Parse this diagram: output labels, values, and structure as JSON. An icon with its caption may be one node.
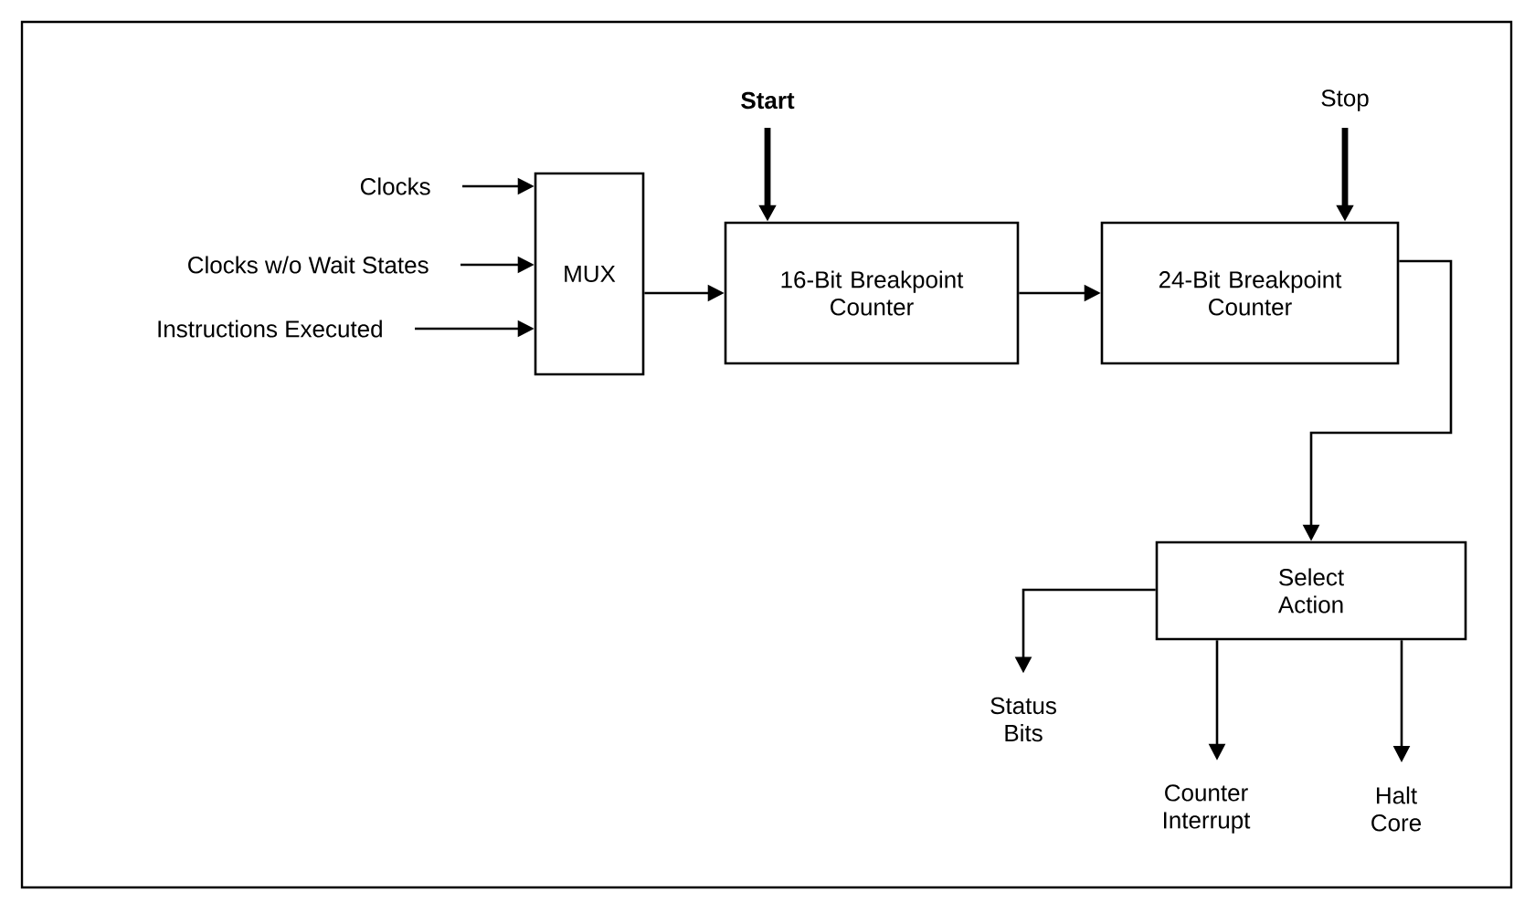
{
  "diagram": {
    "nodes": [
      {
        "text": [
          "Clocks"
        ]
      },
      {
        "text": [
          "Clocks w/o Wait States"
        ]
      },
      {
        "text": [
          "Instructions Executed"
        ]
      },
      {
        "text": [
          "MUX"
        ]
      },
      {
        "text": [
          "Start"
        ]
      },
      {
        "text": [
          "16-Bit Breakpoint Counter"
        ]
      },
      {
        "text": [
          "Stop"
        ]
      },
      {
        "text": [
          "24-Bit Breakpoint Counter"
        ]
      },
      {
        "text": [
          "Select Action"
        ]
      },
      {
        "text": [
          "Status Bits"
        ]
      },
      {
        "text": [
          "Counter Interrupt"
        ]
      },
      {
        "text": [
          "Halt Core"
        ]
      }
    ],
    "edges": [
      {
        "from": 0,
        "to": 3,
        "arrow": "to"
      },
      {
        "from": 1,
        "to": 3,
        "arrow": "to"
      },
      {
        "from": 2,
        "to": 3,
        "arrow": "to"
      },
      {
        "from": 3,
        "to": 5,
        "arrow": "to"
      },
      {
        "from": 4,
        "to": 5,
        "arrow": "to",
        "style": "thick"
      },
      {
        "from": 6,
        "to": 7,
        "arrow": "to",
        "style": "thick"
      },
      {
        "from": 5,
        "to": 7,
        "arrow": "to"
      },
      {
        "from": 7,
        "to": 8,
        "arrow": "to"
      },
      {
        "from": 8,
        "to": 9,
        "arrow": "to"
      },
      {
        "from": 8,
        "to": 10,
        "arrow": "to"
      },
      {
        "from": 8,
        "to": 11,
        "arrow": "to"
      }
    ]
  }
}
